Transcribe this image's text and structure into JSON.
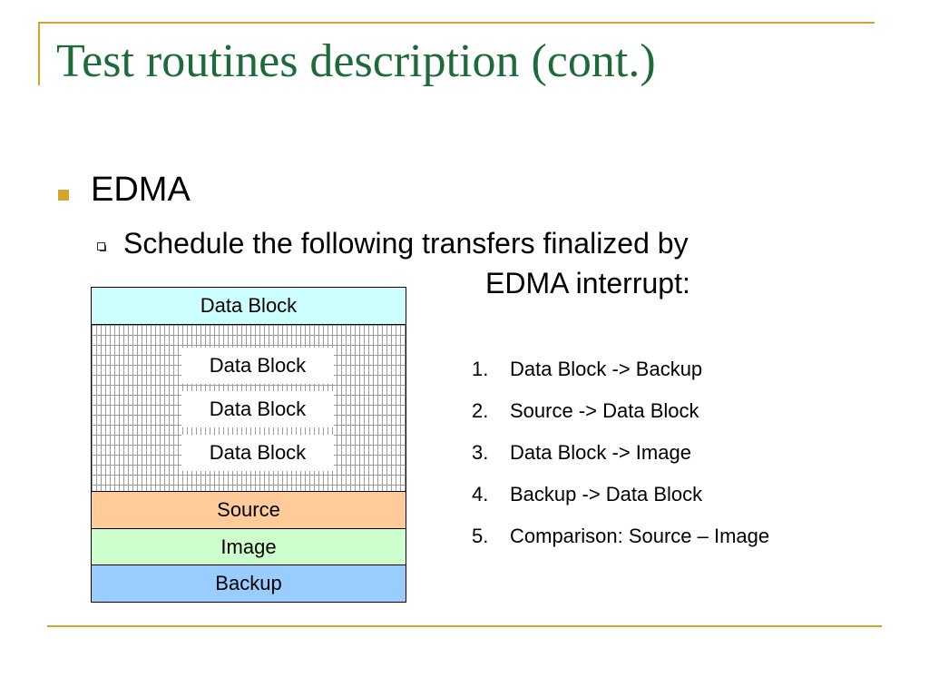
{
  "slide": {
    "title": "Test routines description (cont.)",
    "bullet_level1": "EDMA",
    "bullet_level2_line1": "Schedule the following transfers finalized by",
    "bullet_level2_line2": "EDMA interrupt:"
  },
  "memory_map": {
    "top_label": "Data Block",
    "inner_blocks": [
      "Data Block",
      "Data Block",
      "Data Block"
    ],
    "source_label": "Source",
    "image_label": "Image",
    "backup_label": "Backup"
  },
  "steps": [
    {
      "num": "1.",
      "text": "Data Block -> Backup"
    },
    {
      "num": "2.",
      "text": "Source -> Data Block"
    },
    {
      "num": "3.",
      "text": "Data Block -> Image"
    },
    {
      "num": "4.",
      "text": "Backup -> Data Block"
    },
    {
      "num": "5.",
      "text": "Comparison: Source – Image"
    }
  ],
  "colors": {
    "title": "#1e6b3a",
    "accent": "#d4a52a",
    "data_block": "#ccffff",
    "source": "#ffcc99",
    "image": "#ccffcc",
    "backup": "#99ccff"
  }
}
